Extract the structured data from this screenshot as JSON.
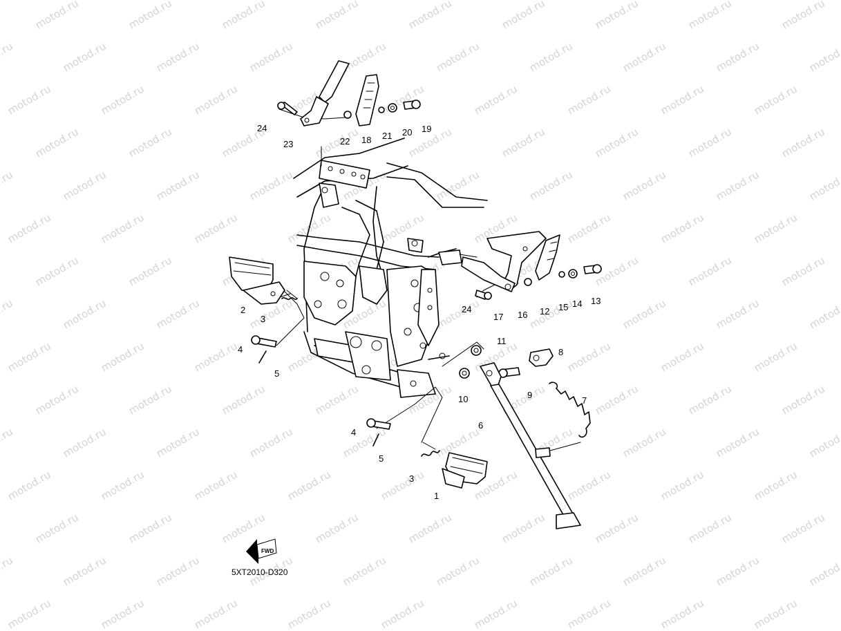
{
  "watermark": {
    "text": "motod.ru",
    "color": "#d4d4d4"
  },
  "drawing_code": "5XT2010-D320",
  "fwd_label": "FWD",
  "callouts": [
    "1",
    "2",
    "3",
    "3",
    "4",
    "4",
    "5",
    "5",
    "6",
    "7",
    "8",
    "9",
    "10",
    "11",
    "12",
    "13",
    "14",
    "15",
    "16",
    "17",
    "18",
    "19",
    "20",
    "21",
    "22",
    "23",
    "24",
    "24"
  ]
}
